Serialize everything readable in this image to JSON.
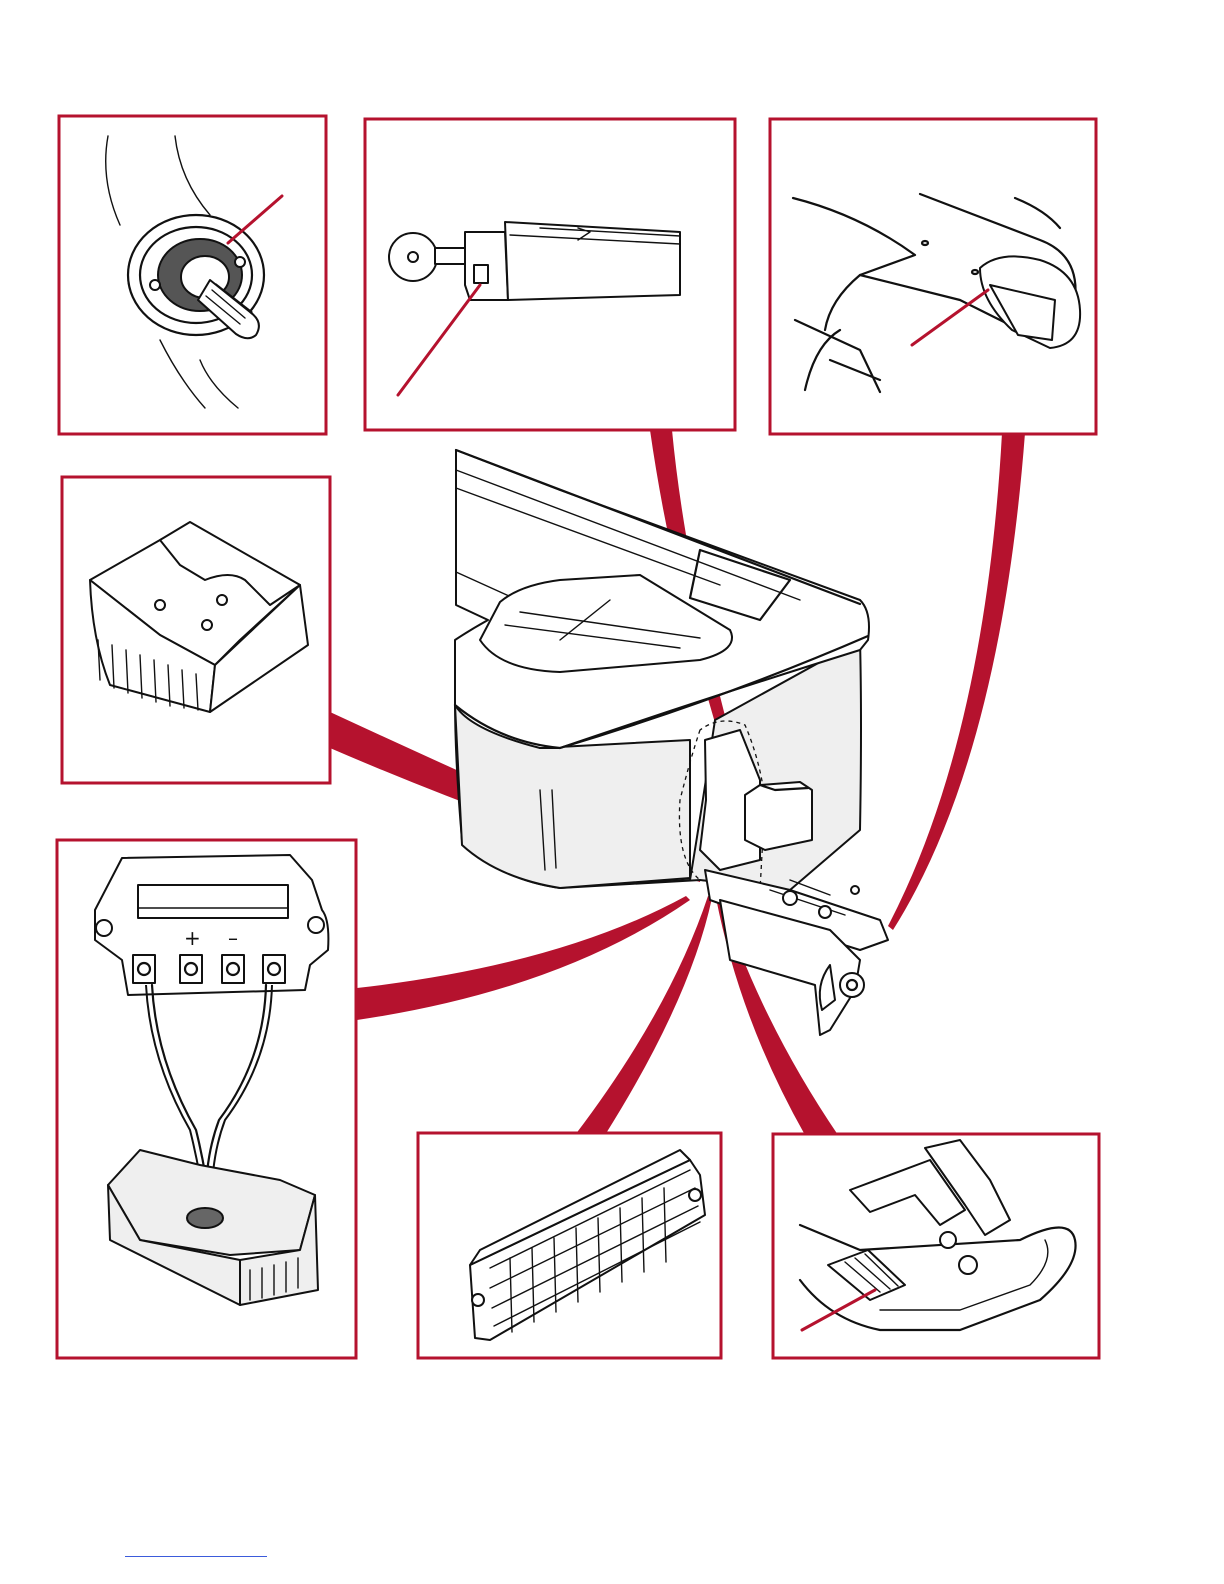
{
  "colors": {
    "accent": "#b5122e",
    "ink": "#111111",
    "shade": "#efefef",
    "footer_rule": "#3b5bdb"
  },
  "panels": [
    {
      "id": "flywheel-stator",
      "subject": "stator-under-flywheel-icon"
    },
    {
      "id": "power-trim-ram",
      "subject": "trim-cylinder-icon"
    },
    {
      "id": "cowl-latch",
      "subject": "cowl-latch-icon"
    },
    {
      "id": "rectifier-base",
      "subject": "finned-base-icon"
    },
    {
      "id": "voltage-regulator",
      "subject": "regulator-with-terminals-icon"
    },
    {
      "id": "fuse-terminal-block",
      "subject": "terminal-block-icon"
    },
    {
      "id": "bottom-cowl-pad",
      "subject": "cowl-pad-icon"
    }
  ],
  "regulator": {
    "plus_label": "+",
    "minus_label": "–"
  }
}
